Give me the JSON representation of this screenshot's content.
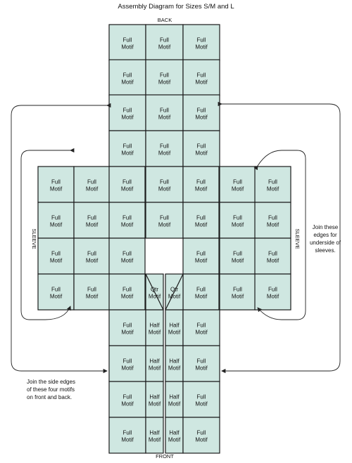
{
  "title": "Assembly Diagram for Sizes S/M and L",
  "labels": {
    "back": "BACK",
    "front": "FRONT",
    "sleeve_left": "SLEEVE",
    "sleeve_right": "SLEEVE"
  },
  "motif_text": {
    "full_line1": "Full",
    "half_line1": "Half",
    "qtr_line1": "Qtr",
    "line2": "Motif"
  },
  "notes": {
    "right": [
      "Join these",
      "edges for",
      "underside of",
      "sleeves."
    ],
    "left": [
      "Join the side edges",
      "of these four motifs",
      "on front and back."
    ]
  },
  "colors": {
    "motif_fill": "#cfe7e1",
    "outline": "#1a1a1a"
  }
}
